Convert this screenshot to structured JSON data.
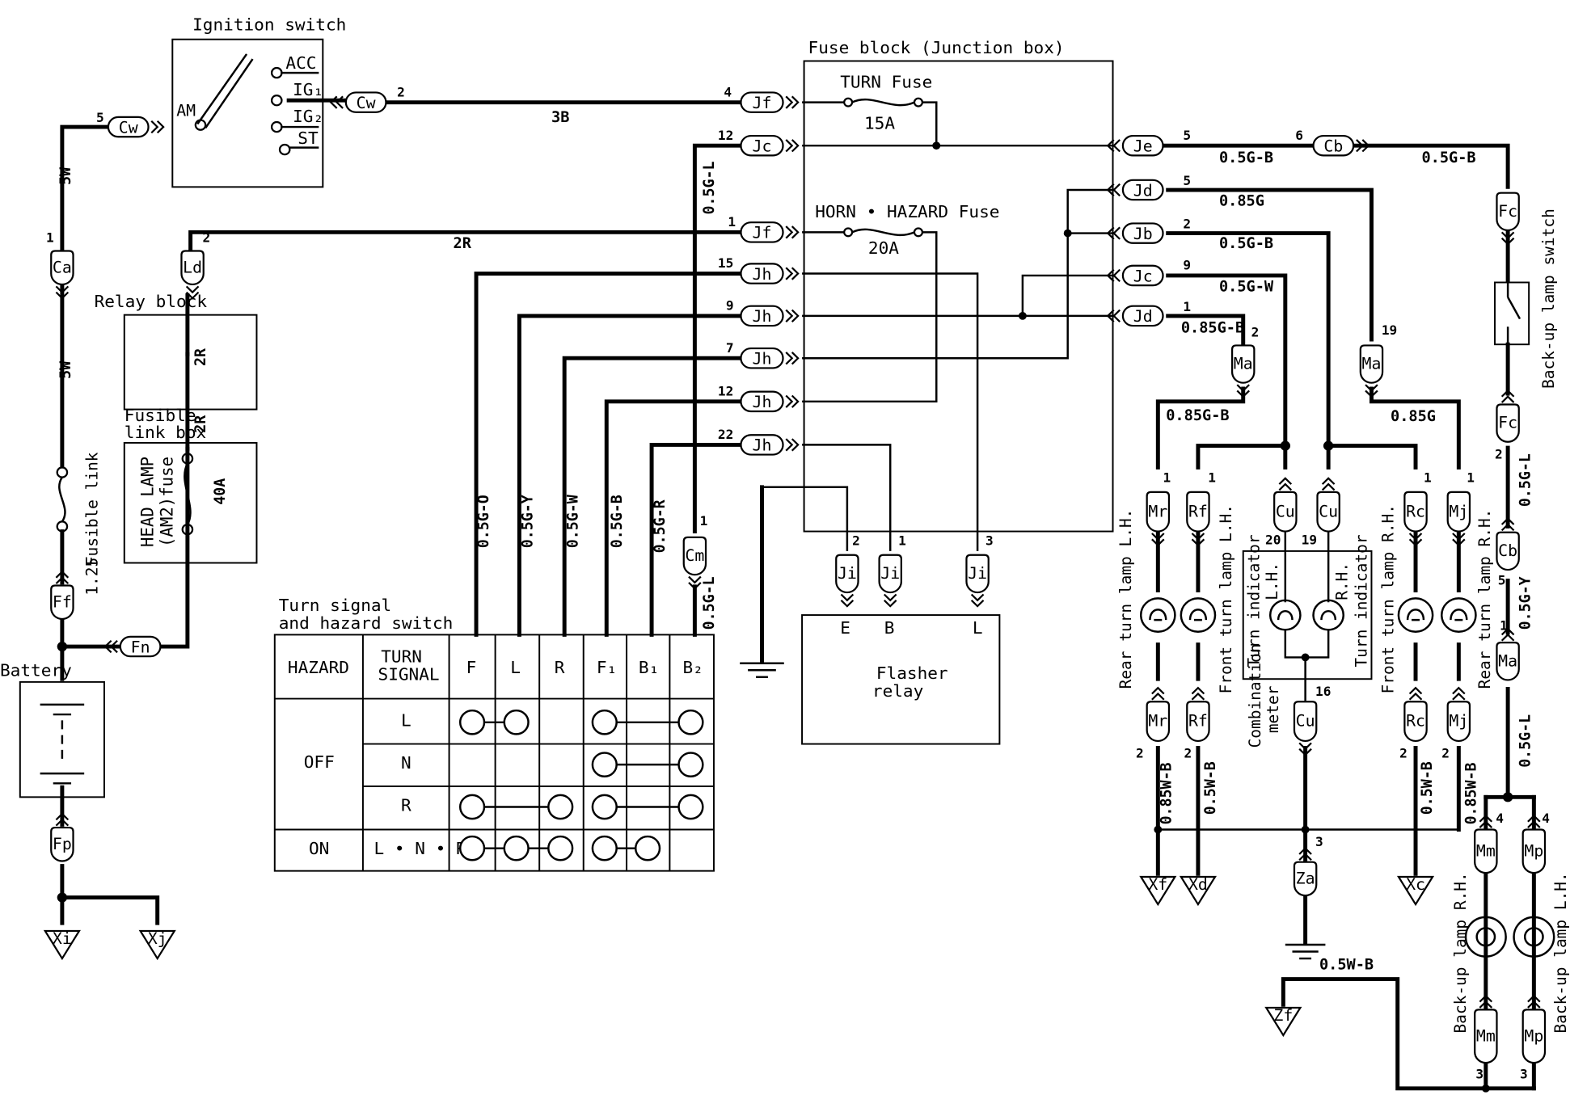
{
  "labels": {
    "ignition_switch": "Ignition switch",
    "acc": "ACC",
    "ig1": "IG₁",
    "ig2": "IG₂",
    "st": "ST",
    "am": "AM",
    "fuse_block": "Fuse block (Junction box)",
    "turn_fuse": "TURN Fuse",
    "turn_fuse_amp": "15A",
    "horn_hazard_fuse": "HORN • HAZARD Fuse",
    "horn_hazard_amp": "20A",
    "relay_block": "Relay block",
    "fusible_link_box_1": "Fusible",
    "fusible_link_box_2": "link box",
    "head_lamp_fuse_1": "HEAD LAMP",
    "head_lamp_fuse_2": "(AM2)fuse",
    "head_lamp_amp": "40A",
    "fusible_link_1": "Fusible link",
    "fusible_link_2": "1.25",
    "battery": "Battery",
    "turn_switch_1": "Turn signal",
    "turn_switch_2": "and hazard switch",
    "flasher_relay_1": "Flasher",
    "flasher_relay_2": "relay",
    "flasher_e": "E",
    "flasher_b": "B",
    "flasher_l": "L",
    "rear_turn_lh": "Rear turn lamp L.H.",
    "front_turn_lh": "Front turn lamp L.H.",
    "turn_ind_lh_1": "Turn indicator",
    "turn_ind_lh_2": "L.H.",
    "turn_ind_rh_1": "Turn indicator",
    "turn_ind_rh_2": "R.H.",
    "front_turn_rh": "Front turn lamp R.H.",
    "rear_turn_rh": "Rear turn lamp R.H.",
    "combination_meter_1": "Combination",
    "combination_meter_2": "meter",
    "backup_switch": "Back-up lamp switch",
    "backup_rh": "Back-up lamp R.H.",
    "backup_lh": "Back-up lamp L.H."
  },
  "connectors": {
    "cw_left": "Cw",
    "cw_right": "Cw",
    "ca": "Ca",
    "ld": "Ld",
    "ff": "Ff",
    "fn": "Fn",
    "fp": "Fp",
    "xi": "Xi",
    "xj": "Xj",
    "jf_top": "Jf",
    "jc_left": "Jc",
    "jf_mid": "Jf",
    "jh_15": "Jh",
    "jh_9": "Jh",
    "jh_7": "Jh",
    "jh_12": "Jh",
    "jh_22": "Jh",
    "cm": "Cm",
    "ji_2": "Ji",
    "ji_1": "Ji",
    "ji_3": "Ji",
    "je": "Je",
    "jd_5": "Jd",
    "jb": "Jb",
    "jc_9": "Jc",
    "jd_1": "Jd",
    "cb_top": "Cb",
    "fc_top": "Fc",
    "fc_bot": "Fc",
    "cb_bot": "Cb",
    "ma_right": "Ma",
    "ma_2": "Ma",
    "ma_19": "Ma",
    "mr_top": "Mr",
    "rf_top": "Rf",
    "cu_l": "Cu",
    "cu_r": "Cu",
    "rc_top": "Rc",
    "mj_top": "Mj",
    "mr_bot": "Mr",
    "rf_bot": "Rf",
    "cu_16": "Cu",
    "rc_bot": "Rc",
    "mj_bot": "Mj",
    "xf": "Xf",
    "xd": "Xd",
    "za": "Za",
    "xc": "Xc",
    "mm_top": "Mm",
    "mp_top": "Mp",
    "mm_bot": "Mm",
    "mp_bot": "Mp",
    "zf": "Zf"
  },
  "pins": {
    "cw_l": "5",
    "cw_r": "2",
    "ca": "1",
    "ld": "2",
    "jf_top": "4",
    "jc_left": "12",
    "jf_mid": "1",
    "jh_15": "15",
    "jh_9": "9",
    "jh_7": "7",
    "jh_12": "12",
    "jh_22": "22",
    "cm": "1",
    "ji_2": "2",
    "ji_1": "1",
    "ji_3": "3",
    "je": "5",
    "cb_top": "6",
    "jd_5": "5",
    "jb": "2",
    "jc_9": "9",
    "jd_1": "1",
    "ma_2": "2",
    "ma_19": "19",
    "mr_top": "1",
    "rf_top": "1",
    "cu_20": "20",
    "cu_19": "19",
    "rc_top": "1",
    "mj_top": "1",
    "mr_bot": "2",
    "rf_bot": "2",
    "cu_16": "16",
    "rc_bot": "2",
    "mj_bot": "2",
    "za": "3",
    "fc_bot": "2",
    "cb_bot": "5",
    "ma_right": "1",
    "mm_top": "4",
    "mp_top": "4",
    "mm_bot": "3",
    "mp_bot": "3"
  },
  "wires": {
    "w_5w_top": "5W",
    "w_5w_bot": "5W",
    "w_3b": "3B",
    "w_2r": "2R",
    "w_2r_v1": "2R",
    "w_2r_v2": "2R",
    "w_05gl_a": "0.5G-L",
    "w_05gl_b": "0.5G-L",
    "w_05go": "0.5G-O",
    "w_05gy": "0.5G-Y",
    "w_05gw": "0.5G-W",
    "w_05gb_v": "0.5G-B",
    "w_05gr": "0.5G-R",
    "w_je": "0.5G-B",
    "w_cb_fc": "0.5G-B",
    "w_jd": "0.85G",
    "w_jb": "0.5G-B",
    "w_jc": "0.5G-W",
    "w_jd1": "0.85G-B",
    "w_ma_l": "0.85G-B",
    "w_ma_r": "0.85G",
    "w_rear_l": "0.85W-B",
    "w_front_l": "0.5W-B",
    "w_front_r": "0.5W-B",
    "w_rear_r": "0.85W-B",
    "w_sw_cb": "0.5G-L",
    "w_cb_ma": "0.5G-Y",
    "w_ma_down": "0.5G-L",
    "w_zf": "0.5W-B"
  },
  "switch_table": {
    "header": {
      "hazard": "HAZARD",
      "turn_1": "TURN",
      "turn_2": "SIGNAL",
      "f": "F",
      "l": "L",
      "r": "R",
      "f1": "F₁",
      "b1": "B₁",
      "b2": "B₂"
    },
    "off": "OFF",
    "on": "ON",
    "rows": [
      "L",
      "N",
      "R",
      "L • N • R"
    ]
  }
}
